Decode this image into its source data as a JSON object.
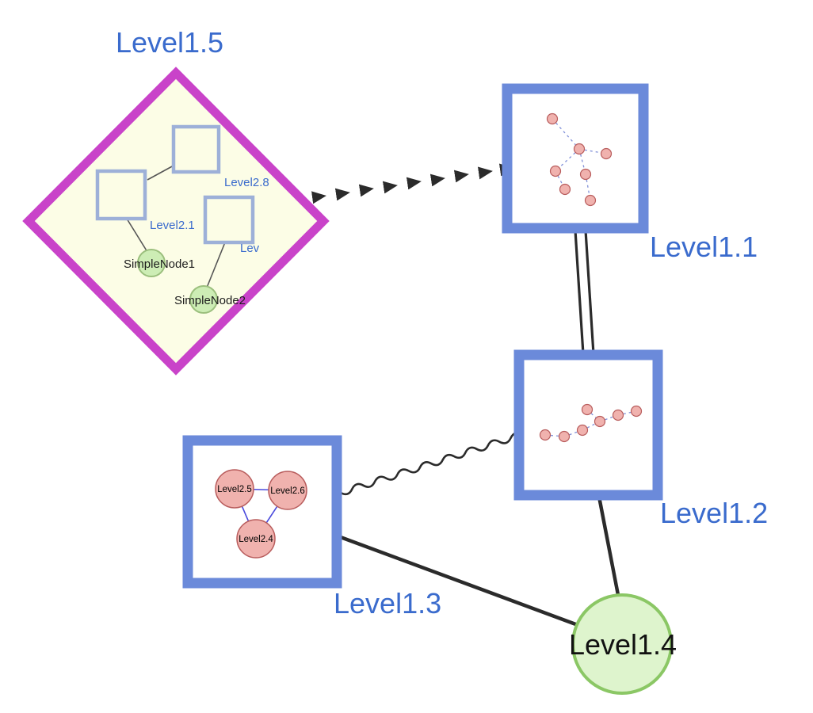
{
  "diagram": {
    "kind": "nested-graph-visualization"
  },
  "colors": {
    "label_blue": "#3a6bcd",
    "label_black": "#111111",
    "diamond_stroke": "#c943c9",
    "diamond_fill": "#fcfde6",
    "group_box_stroke": "#6b8ada",
    "group_box_fill": "#ffffff",
    "inner_square_stroke": "#9db0d8",
    "inner_square_fill": "#fcfde6",
    "green_node_fill": "#cdedb5",
    "green_node_stroke": "#9bbf7d",
    "big_green_fill": "#def4cd",
    "big_green_stroke": "#8bc765",
    "pink_node_fill": "#f0b2ae",
    "pink_node_stroke": "#b85c5c",
    "mini_edge_blue": "#8090d8",
    "triangle_edge_blue": "#4a4adc",
    "inner_edge_gray": "#555555",
    "edge_black": "#2b2b2b"
  },
  "nodes": {
    "level1_5": {
      "label": "Level1.5"
    },
    "level1_1": {
      "label": "Level1.1"
    },
    "level1_2": {
      "label": "Level1.2"
    },
    "level1_3": {
      "label": "Level1.3"
    },
    "level1_4": {
      "label": "Level1.4"
    },
    "level2_8": {
      "label": "Level2.8"
    },
    "level2_1": {
      "label": "Level2.1"
    },
    "level2_truncated": {
      "label": "Lev"
    },
    "simple_node1": {
      "label": "SimpleNode1"
    },
    "simple_node2": {
      "label": "SimpleNode2"
    },
    "level2_5": {
      "label": "Level2.5"
    },
    "level2_6": {
      "label": "Level2.6"
    },
    "level2_4": {
      "label": "Level2.4"
    }
  }
}
